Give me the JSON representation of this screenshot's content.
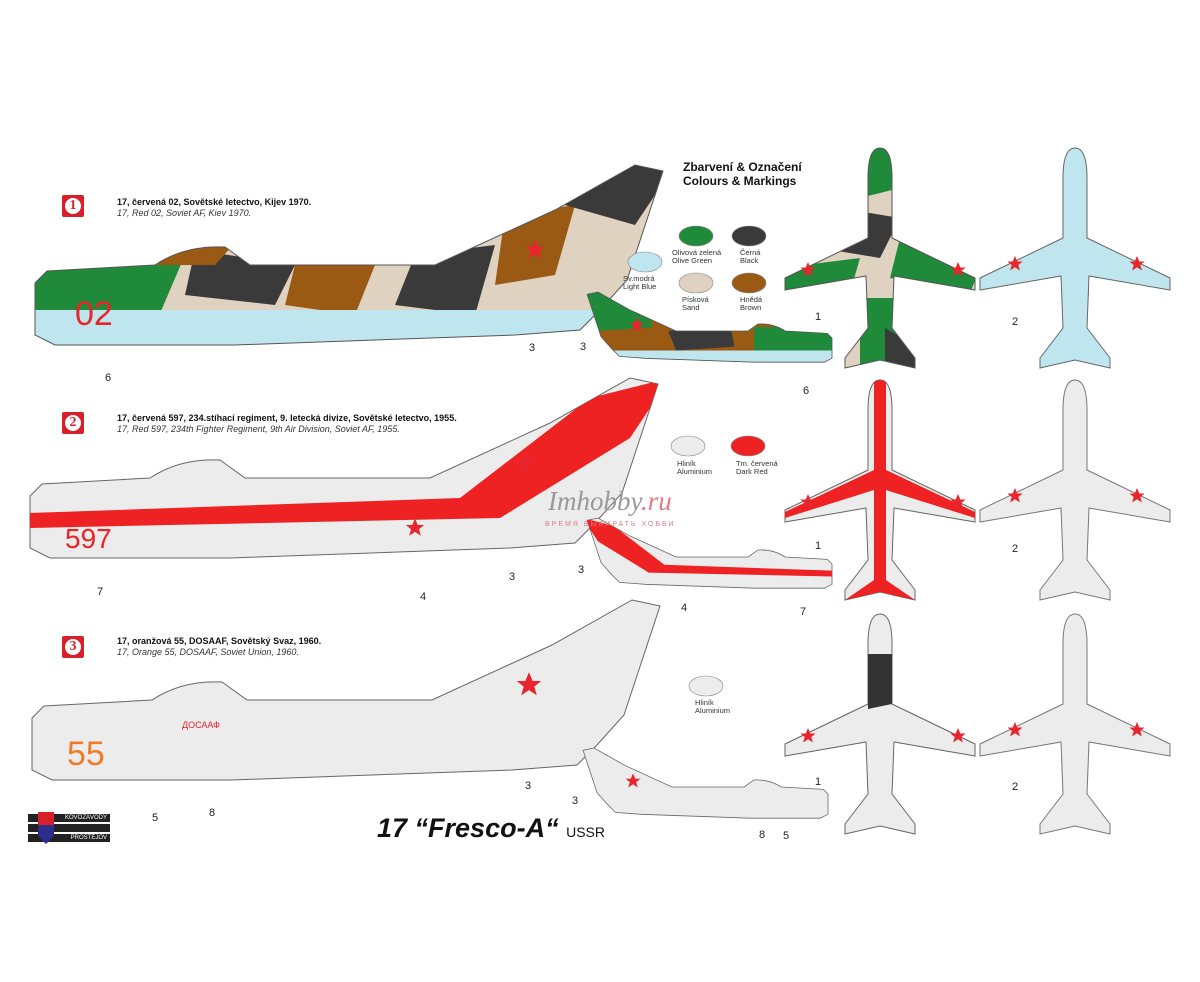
{
  "title": {
    "main": "17 “Fresco-A“",
    "suffix": "USSR"
  },
  "manufacturer_logo": {
    "line1": "KOVOZÁVODY",
    "line2": "PROSTĚJOV"
  },
  "colours_heading": {
    "cz": "Zbarvení & Označení",
    "en": "Colours & Markings"
  },
  "watermark": {
    "main": "Imhobby",
    "tld": ".ru",
    "tagline": "ВРЕМЯ ВЫБИРАТЬ ХОББИ"
  },
  "schemes": [
    {
      "badge": "1",
      "cz": "17, červená 02, Sovětské letectvo, Kijev 1970.",
      "en": "17, Red 02, Soviet AF, Kiev 1970.",
      "code": "02",
      "swatches": [
        {
          "cz": "Olivová zelená",
          "en": "Olive Green",
          "color": "#1f8a3a"
        },
        {
          "cz": "Černá",
          "en": "Black",
          "color": "#3a3a3a"
        },
        {
          "cz": "Sv.modrá",
          "en": "Light Blue",
          "color": "#bfe6ee"
        },
        {
          "cz": "Písková",
          "en": "Sand",
          "color": "#e0d2c0"
        },
        {
          "cz": "Hnědá",
          "en": "Brown",
          "color": "#9a5a14"
        }
      ],
      "callouts": [
        "6",
        "3",
        "3",
        "6",
        "1",
        "2"
      ]
    },
    {
      "badge": "2",
      "cz": "17, červená 597, 234.stíhací regiment, 9. letecká divize, Sovětské letectvo,  1955.",
      "en": "17, Red 597, 234th Fighter Regiment, 9th Air Division, Soviet AF,  1955.",
      "code": "597",
      "swatches": [
        {
          "cz": "Hliník",
          "en": "Aluminium",
          "color": "#ececec"
        },
        {
          "cz": "Tm. červená",
          "en": "Dark Red",
          "color": "#ee2222"
        }
      ],
      "callouts": [
        "7",
        "4",
        "3",
        "3",
        "4",
        "7",
        "1",
        "2"
      ]
    },
    {
      "badge": "3",
      "cz": "17, oranžová 55, DOSAAF, Sovětský Svaz, 1960.",
      "en": "17, Orange 55, DOSAAF, Soviet Union, 1960.",
      "code": "55",
      "fuselage_text": "ДОСААФ",
      "swatches": [
        {
          "cz": "Hliník",
          "en": "Aluminium",
          "color": "#ececec"
        }
      ],
      "callouts": [
        "5",
        "8",
        "3",
        "3",
        "8",
        "5",
        "1",
        "2"
      ]
    }
  ]
}
